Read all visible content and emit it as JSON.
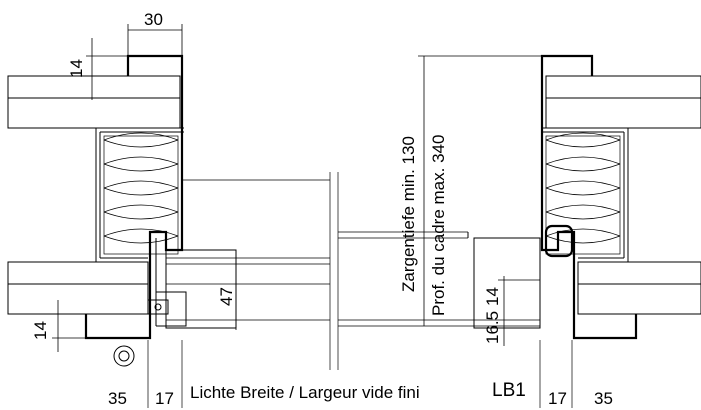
{
  "labels": {
    "dim_30": "30",
    "dim_14_top": "14",
    "dim_14_bottom": "14",
    "dim_47": "47",
    "dim_14_right": "14",
    "dim_16_5": "16.5",
    "dim_35_left": "35",
    "dim_17_left": "17",
    "dim_17_right": "17",
    "dim_35_right": "35",
    "caption": "Lichte Breite / Largeur vide fini",
    "lb1": "LB1",
    "depth_de": "Zargentiefe min. 130",
    "depth_fr": "Prof. du cadre max. 340"
  },
  "colors": {
    "line": "#000000",
    "background": "#ffffff"
  }
}
